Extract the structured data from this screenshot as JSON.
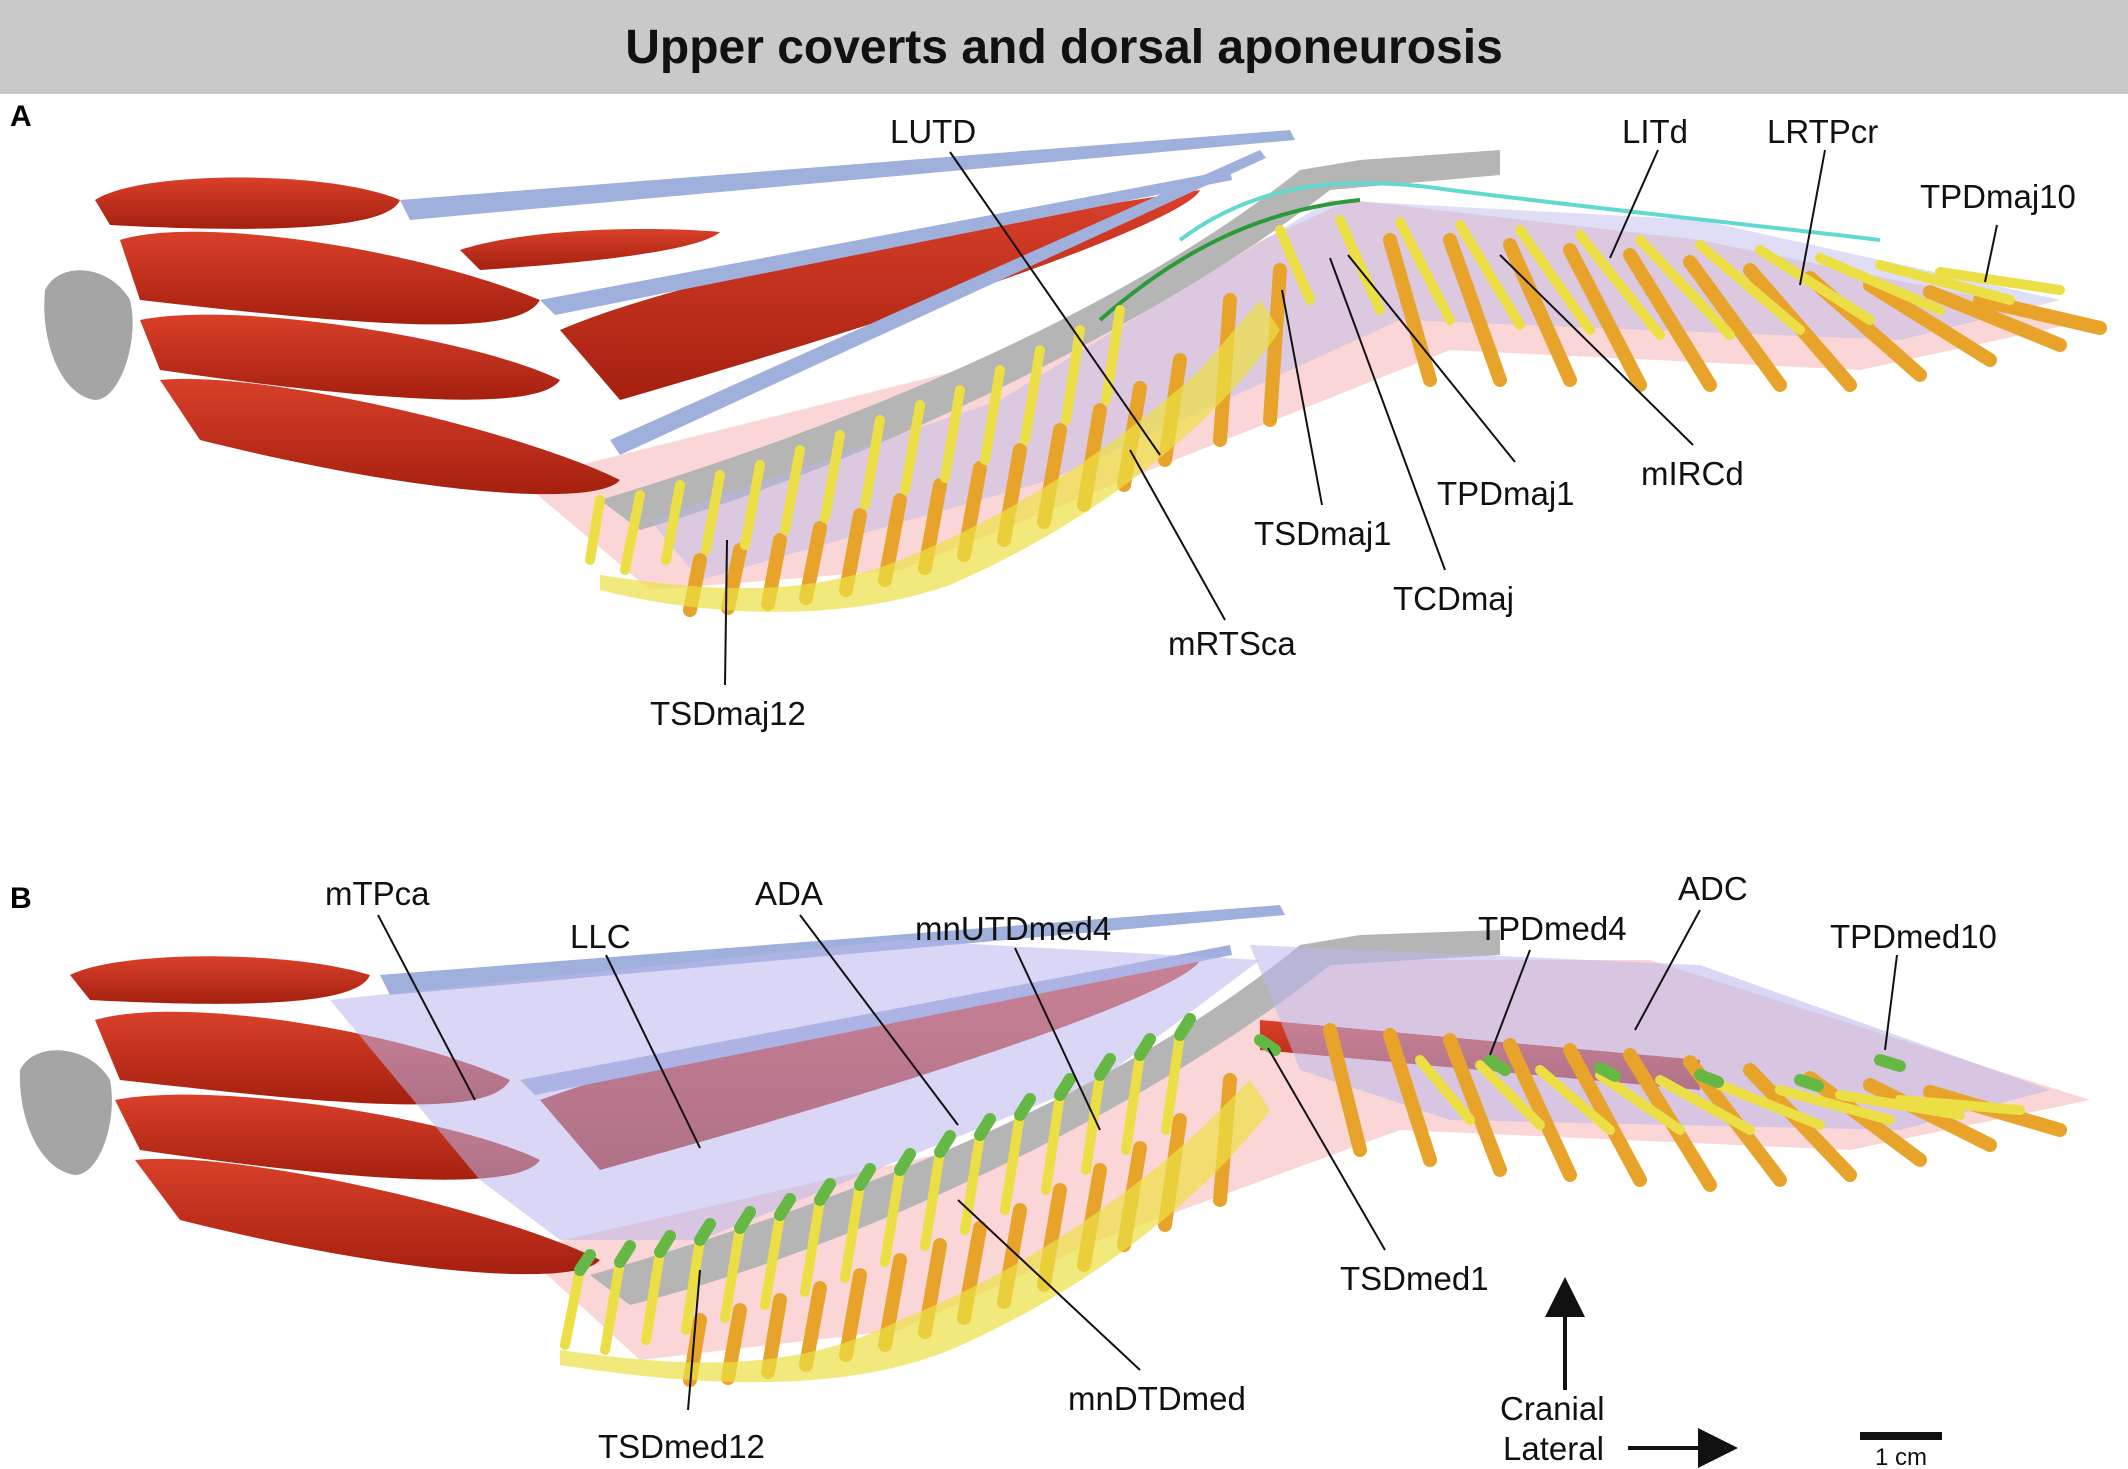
{
  "title": "Upper coverts and dorsal aponeurosis",
  "panels": {
    "a": {
      "letter": "A",
      "labels": {
        "LUTD": "LUTD",
        "LITd": "LITd",
        "LRTPcr": "LRTPcr",
        "TPDmaj10": "TPDmaj10",
        "TPDmaj1": "TPDmaj1",
        "mIRCd": "mIRCd",
        "TSDmaj1": "TSDmaj1",
        "TCDmaj": "TCDmaj",
        "mRTSca": "mRTSca",
        "TSDmaj12": "TSDmaj12"
      }
    },
    "b": {
      "letter": "B",
      "labels": {
        "mTPca": "mTPca",
        "LLC": "LLC",
        "ADA": "ADA",
        "mnUTDmed4": "mnUTDmed4",
        "TPDmed4": "TPDmed4",
        "ADC": "ADC",
        "TPDmed10": "TPDmed10",
        "TSDmed1": "TSDmed1",
        "mnDTDmed": "mnDTDmed",
        "TSDmed12": "TSDmed12"
      }
    }
  },
  "orientation": {
    "cranial": "Cranial",
    "lateral": "Lateral"
  },
  "scale": {
    "label": "1 cm"
  },
  "colors": {
    "muscle": "#c9301b",
    "bone": "#a5a5a5",
    "ligament": "#9fb0dc",
    "feather_shaft": "#e8a32a",
    "covert": "#ecdf45",
    "skin": "#f6b7b4",
    "aponeurosis": "#b9b6ec",
    "nerve_green": "#66b845",
    "cyan": "#62d9d0"
  }
}
